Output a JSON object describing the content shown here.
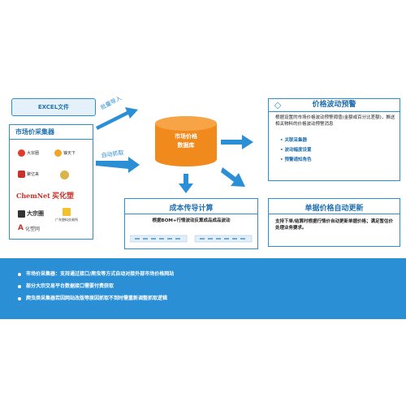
{
  "excel_label": "EXCEL文件",
  "collector": {
    "title": "市场价采集器",
    "logos": [
      "大宗圈",
      "镍天下",
      "聚亿来",
      "",
      "ChemNet",
      "买化塑",
      "大宗圈",
      "广东塑料交易所",
      "化塑网"
    ]
  },
  "arrows": {
    "batch_import": "批量导入",
    "auto_fetch": "自动抓取"
  },
  "database": {
    "line1": "市场价格",
    "line2": "数据库"
  },
  "alert": {
    "title": "价格波动预警",
    "desc": "根据设置的市场价格波动预警阈值(金额或百分比差额)，推送相关物料的价格波动预警消息",
    "items": [
      "关联采集器",
      "波动幅度设置",
      "预警通知角色"
    ]
  },
  "cost": {
    "title": "成本传导计算",
    "desc": "根据BOM+行情波动反算成品成品波动"
  },
  "update": {
    "title": "单据价格自动更新",
    "desc": "支持下单/结算时根据行情价自动更新单据价格；满足暂估价处理业务要求。"
  },
  "banner": [
    "市场价采集器：支持通过接口/爬虫等方式自动对接外部市场价格网站",
    "部分大宗交易平台数据接口需要付费获取",
    "爬虫类采集器若因网站改版等原因抓取不到时需重新调整抓取逻辑"
  ],
  "colors": {
    "accent": "#2b8fd6",
    "db_orange": "#f08a1c",
    "text_blue": "#1f6fb0"
  }
}
